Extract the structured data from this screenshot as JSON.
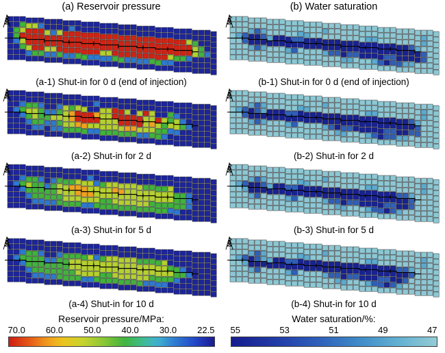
{
  "chart_data": {
    "type": "heatmap",
    "titles": {
      "a": "(a) Reservoir pressure",
      "b": "(b) Water saturation"
    },
    "legends": {
      "pressure": {
        "title": "Reservoir pressure/MPa:",
        "ticks": [
          "70.0",
          "60.0",
          "50.0",
          "40.0",
          "30.0",
          "22.5"
        ],
        "tick_values": [
          70,
          60,
          50,
          40,
          30,
          22.5
        ]
      },
      "saturation": {
        "title": "Water saturation/%:",
        "ticks": [
          "55",
          "53",
          "51",
          "49",
          "47"
        ],
        "tick_values": [
          55,
          53,
          51,
          49,
          47
        ]
      }
    },
    "colormaps": {
      "pressure": {
        "stops": [
          {
            "v": 22.5,
            "c": "#1b1c90"
          },
          {
            "v": 26,
            "c": "#2247c9"
          },
          {
            "v": 30,
            "c": "#2f80d2"
          },
          {
            "v": 34,
            "c": "#41b3d0"
          },
          {
            "v": 38,
            "c": "#3fbc83"
          },
          {
            "v": 42,
            "c": "#41b33c"
          },
          {
            "v": 47,
            "c": "#8cc735"
          },
          {
            "v": 52,
            "c": "#c6d42d"
          },
          {
            "v": 57,
            "c": "#eec41e"
          },
          {
            "v": 61,
            "c": "#f0961c"
          },
          {
            "v": 65,
            "c": "#e55a18"
          },
          {
            "v": 70,
            "c": "#cd1d12"
          }
        ]
      },
      "saturation": {
        "stops": [
          {
            "v": 47,
            "c": "#93ccd4"
          },
          {
            "v": 48.5,
            "c": "#62b1d2"
          },
          {
            "v": 50,
            "c": "#3f8cc9"
          },
          {
            "v": 51.5,
            "c": "#2f62bb"
          },
          {
            "v": 53,
            "c": "#2340ab"
          },
          {
            "v": 55,
            "c": "#161d8e"
          }
        ]
      }
    },
    "value_chars": {
      "pressure": {
        "b": 23.2,
        "c": 29.5,
        "g": 42,
        "y": 50.5,
        "o": 60,
        "r": 69.5
      },
      "saturation": {
        "l": 47.2,
        "n": 48.8,
        "m": 51.6,
        "d": 54.7
      }
    },
    "panels": [
      {
        "id": "a1",
        "type": "pressure",
        "base": "b",
        "caption": "(a-1) Shut-in for 0 d (end of injection)",
        "rows": [
          "bbbbbbbbbbbbbbbbbbbbbbbbbbbbbbbbbb",
          "bbgyycbbbbcbbbbbbbbbbbbbbbbbbbbbbb",
          "bgyrrrycyrrrrrrrrrrrrrrrrrrrrygbbb",
          "bgrrrrrrrrrrrrrrrrrrrrrrrrrrrrygbb",
          "bcyrrrrrrrrrrrrrrrrrrrrrrrrrrrygcb",
          "bbgyrryyrrrrrrryyrrrrrrrrryggcbbbb",
          "bbbcggccgccggccccggccccggccbbbbbbb",
          "bbbbbbbbbbbbbbbbbbbbbbbbbbbbbbbbbb"
        ]
      },
      {
        "id": "a2",
        "type": "pressure",
        "base": "b",
        "caption": "(a-2) Shut-in for 2 d",
        "rows": [
          "bbbbbbbbbbbbbbbbbbbbbbbbbbbbbbbbbb",
          "bbbbbbbbbbbbbbcbbbbbbbbbbbbbbbbbbb",
          "bbcggcbbcygyybbyyrrybyrybbgcbbbbbb",
          "bcgyygccgyorrroyyrrrrryyrygycbbbbb",
          "bbcgyggyyyorrrryyyrrrryoygyygcbbbb",
          "bbbcggccgyyooyyyyyyooyyyggccbbbbbb",
          "bbbbccbccggggccggggggccggcbbbbbbbb",
          "bbbbbbbbbbbbbbbbbbbbbbbbbbbbbbbbbb"
        ]
      },
      {
        "id": "a3",
        "type": "pressure",
        "base": "b",
        "caption": "(a-3) Shut-in for 5 d",
        "rows": [
          "bbbbbbbbbbbbbbbbbbbbbbbbbbbbbbbbbb",
          "bbbbbbbbbbbbbcbbbbbbbbbbbbbbbbbbbb",
          "bbcggcbcgggyyycgyyyyyyggggybbbbbbb",
          "bcgyggcgyyoooyyyyooyyyyyyyyggcbbbb",
          "bbcgggggyyyoooyyyyyyyyyyyyyggcbbbb",
          "bbbcgggggyyyyyyggyyyyyyggggggcbbbb",
          "bbbbccccggggccggggggggggggccbbbbbb",
          "bbbbbbbbbbbbbbbbbbbbbbbbbbbbbbbbbb"
        ]
      },
      {
        "id": "a4",
        "type": "pressure",
        "base": "b",
        "caption": "(a-4) Shut-in for 10 d",
        "rows": [
          "bbbbbbbbbbbbbbbbbbbbbbbbbbbbbbbbbb",
          "bbbbbbbbbbbbbbbbbbbbbbbbbbbbbbbbbb",
          "bbcggcbbcggggycgyyyyyggggybbbbbbbb",
          "bcggggccggyyyyyyyyyyyyyyyyggcbbbbb",
          "bbcgggggggyyyyyyyyyyyyyyyyyggcbbbb",
          "bbbcgggggggyyyyggyyyyyyggggcbbbbbb",
          "bbbbccccggggccggggggggccccbbbbbbbb",
          "bbbbbbbbbbbbbbbbbbbbbbbbbbbbbbbbbb"
        ]
      },
      {
        "id": "b1",
        "type": "saturation",
        "base": "l",
        "caption": "(b-1) Shut-in for 0 d (end of injection)",
        "rows": [
          "llllllllllllllllllllllllllllllllll",
          "lllllllllllllllnlllllllllllllllnll",
          "lllnmnlllllnnlllllllllnnlllllllnll",
          "lnmddmndddmmdddddddddddddddddmnlll",
          "llmddddddddddddddddddddddddddddmll",
          "lllnmnlllnmllllnmmdmmddddmmddddmll",
          "llllllllllllllllllnnlllnmdmmnnllll",
          "llllllllllllllllllllllllllllllllll"
        ]
      },
      {
        "id": "b2",
        "type": "saturation",
        "base": "l",
        "caption": "(b-2) Shut-in for 2 d",
        "rows": [
          "llllllllllllllllllllllllllllllllll",
          "lllllllllllllllnlllllllllllllllnll",
          "lllnmnlllllnnlllllllllnnlllllllnll",
          "lnmdmndddmmddddddddddddddddddmnlll",
          "llmdddddddddddddddddddddddddddmlll",
          "lllnmnlllnmllllnmdmmdddddmmddmmlll",
          "lllllllllllllllllnnlllnmdmmnnlllll",
          "llllllllllllllllllllllllllllllllll"
        ]
      },
      {
        "id": "b3",
        "type": "saturation",
        "base": "l",
        "caption": "(b-3) Shut-in for 5 d",
        "rows": [
          "llllllllllllllllllllllllllllllllll",
          "lllllllllllllllnlllllllllllllllnll",
          "lllnmnlllllnnlllllllllnnlllllllnll",
          "lnmddmnddmmddddddddddddddddmmnllll",
          "llnddddddddddddddddddddddddddmllll",
          "lllnmllllnmllllnmmdmmddddmmddmllll",
          "lllllllllllllllllnnlllnmmdmnllllll",
          "llllllllllllllllllllllllllllllllll"
        ]
      },
      {
        "id": "b4",
        "type": "saturation",
        "base": "l",
        "caption": "(b-4) Shut-in for 10 d",
        "rows": [
          "llllllllllllllllllllllllllllllllll",
          "lllllllllllllllnlllllllllllllllnll",
          "lllnmnlllllnnlllllllllnnlllllllnll",
          "lnmdmnnddmmddddddddddddddddmmnllll",
          "llnddddddddddddddddddddddddddmllll",
          "lllnmllllnmllllnmmdmmdddmmddmlllll",
          "lllllllllllllllllnnlllnmmdmnllllll",
          "llllllllllllllllllllllllllllllllll"
        ]
      }
    ]
  }
}
